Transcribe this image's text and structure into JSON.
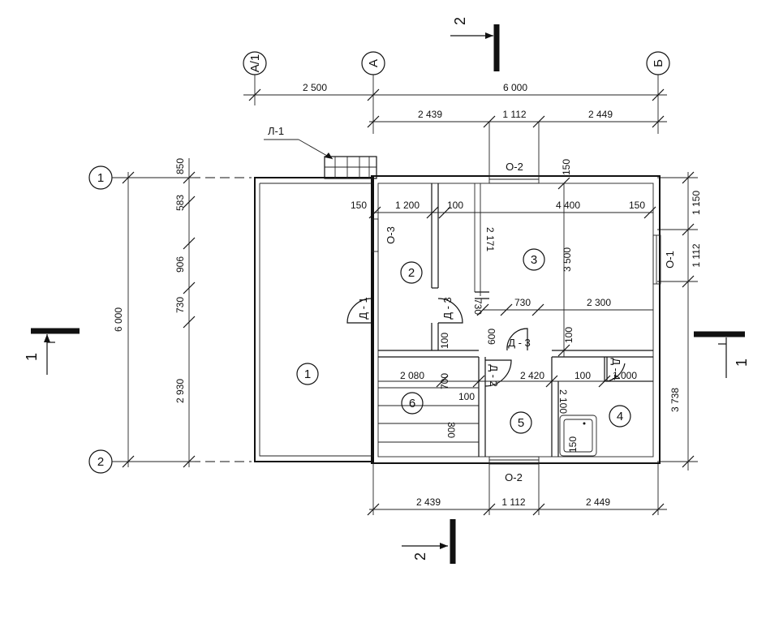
{
  "axes": {
    "a1": "А/1",
    "a": "А",
    "b": "Б",
    "r1": "1",
    "r2": "2"
  },
  "sections": {
    "top": "2",
    "bottom": "2",
    "left": "1",
    "right": "1"
  },
  "labels": {
    "stair": "Л-1",
    "o2_top": "О-2",
    "o2_bottom": "О-2",
    "o3": "О-3",
    "o1": "О-1",
    "d1": "Д - 1",
    "d3a": "Д - 3",
    "d3b": "Д - 3",
    "d2": "Д - 2",
    "d4": "Д - 4"
  },
  "rooms": {
    "r1": "1",
    "r2": "2",
    "r3": "3",
    "r4": "4",
    "r5": "5",
    "r6": "6"
  },
  "dims": {
    "top_2500": "2 500",
    "top_6000": "6 000",
    "top_2439": "2 439",
    "top_1112": "1 112",
    "top_2449": "2 449",
    "bot_2439": "2 439",
    "bot_1112": "1 112",
    "bot_2449": "2 449",
    "left_6000": "6 000",
    "left_850": "850",
    "left_583": "583",
    "left_906": "906",
    "left_730": "730",
    "left_2930": "2 930",
    "right_1150": "1 150",
    "right_1112": "1 112",
    "right_3738": "3 738",
    "in_150a": "150",
    "in_1200": "1 200",
    "in_100a": "100",
    "in_4400": "4 400",
    "in_150b": "150",
    "in_150c": "150",
    "in_2171": "2 171",
    "in_3500": "3 500",
    "in_730a": "730",
    "in_730b": "730",
    "in_2300": "2 300",
    "in_600": "600",
    "in_100b": "100",
    "in_100c": "100",
    "in_2080": "2 080",
    "in_700": "700",
    "in_2420": "2 420",
    "in_100d": "100",
    "in_1000": "1 000",
    "in_100e": "100",
    "in_2100": "2 100",
    "in_300": "300",
    "in_150d": "150"
  }
}
